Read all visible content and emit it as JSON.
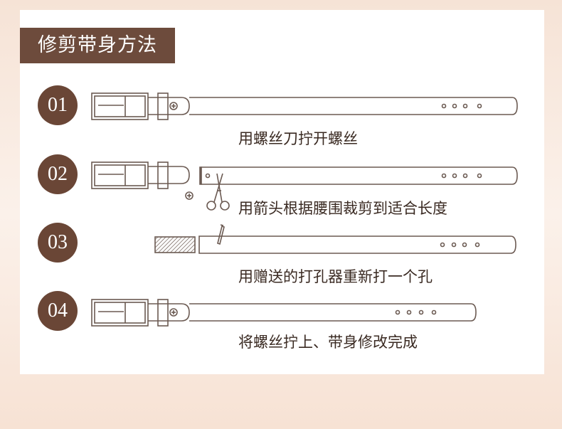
{
  "title": "修剪带身方法",
  "steps": [
    {
      "number": "01",
      "caption": "用螺丝刀拧开螺丝"
    },
    {
      "number": "02",
      "caption": "用箭头根据腰围裁剪到适合长度"
    },
    {
      "number": "03",
      "caption": "用赠送的打孔器重新打一个孔"
    },
    {
      "number": "04",
      "caption": "将螺丝拧上、带身修改完成"
    }
  ],
  "colors": {
    "brand": "#6d4b3c",
    "circle": "#6a4636",
    "line": "#6b5a52",
    "panel": "#ffffff",
    "background": "#f6e3d6"
  },
  "icons": [
    "buckle-icon",
    "screw-icon",
    "scissors-icon",
    "punch-tool-icon",
    "hatched-strap-end-icon"
  ]
}
